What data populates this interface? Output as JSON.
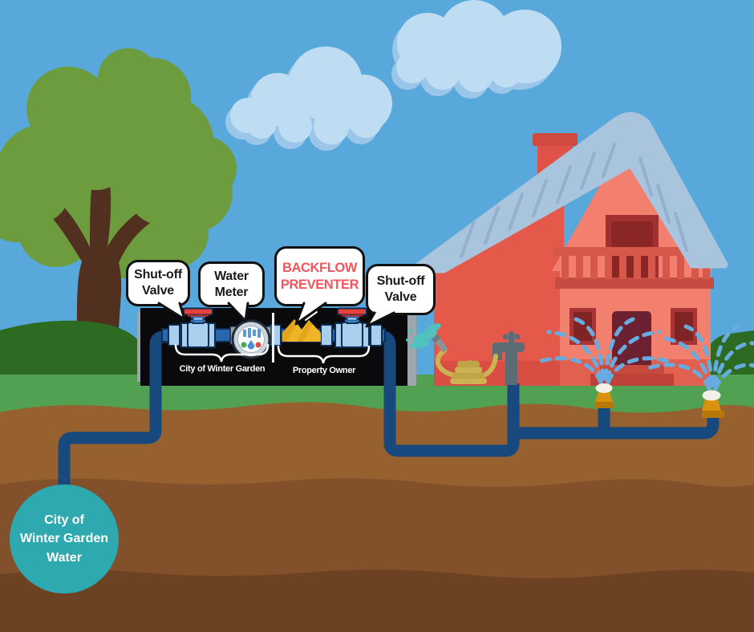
{
  "illustration": {
    "bubbles": [
      {
        "label": "Shut-off\nValve",
        "text_color": "#1A1A1A"
      },
      {
        "label": "Water\nMeter",
        "text_color": "#1A1A1A"
      },
      {
        "label": "BACKFLOW\nPREVENTER",
        "text_color": "#F4555C"
      },
      {
        "label": "Shut-off\nValve",
        "text_color": "#1A1A1A"
      }
    ],
    "responsibility_labels": {
      "city": "City of Winter Garden",
      "owner": "Property Owner"
    },
    "water_source": {
      "label": "City of\nWinter Garden\nWater",
      "circle_color": "#2EA9AF",
      "text_color": "#FFFFFF"
    },
    "icons": [
      {
        "name": "shutoff-valve-icon"
      },
      {
        "name": "water-meter-icon"
      },
      {
        "name": "backflow-preventer-icon"
      },
      {
        "name": "sprinkler-icon"
      },
      {
        "name": "garden-hose-icon"
      },
      {
        "name": "spigot-icon"
      },
      {
        "name": "house-icon"
      },
      {
        "name": "tree-icon"
      },
      {
        "name": "cloud-icon"
      },
      {
        "name": "underground-pipe-icon"
      }
    ],
    "palette": {
      "sky": "#58A8DB",
      "cloud": "#BEDDF2",
      "cloud_shade": "#9CC6E9",
      "foliage": "#6C9C3D",
      "trunk": "#51301F",
      "hill_dark": "#2E6B22",
      "grass": "#52A052",
      "soil_top": "#96602F",
      "soil_mid": "#82502A",
      "soil_deep": "#6D4223",
      "pipe": "#17497E",
      "pipe_inner": "#2767AD",
      "fitting": "#A8CFEE",
      "valve_handle": "#E8403A",
      "backflow_gold": "#F2B427",
      "panel": "#0A0A0C",
      "house_salmon": "#F3806F",
      "house_red": "#E5594B",
      "roof": "#A9C4DD",
      "source_teal": "#2EA9AF",
      "spray": "#4FC2BD",
      "water_arc": "#68ABDE",
      "hose": "#CDB254"
    }
  }
}
